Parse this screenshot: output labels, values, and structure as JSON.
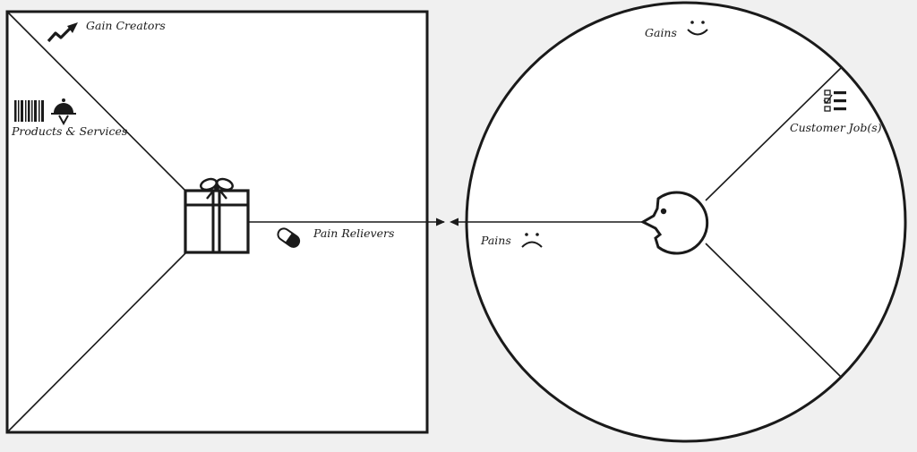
{
  "value_map": {
    "gain_creators": "Gain Creators",
    "products_services": "Products & Services",
    "pain_relievers": "Pain Relievers"
  },
  "customer_profile": {
    "gains": "Gains",
    "customer_jobs": "Customer Job(s)",
    "pains": "Pains"
  },
  "colors": {
    "background": "#f0f0f0",
    "canvas": "#ffffff",
    "ink": "#1a1a1a"
  },
  "icons": [
    "trend-up-icon",
    "barcode-icon",
    "service-cloche-icon",
    "gift-icon",
    "pill-icon",
    "smile-icon",
    "checklist-icon",
    "frown-icon",
    "customer-head-icon",
    "arrow-icon"
  ]
}
